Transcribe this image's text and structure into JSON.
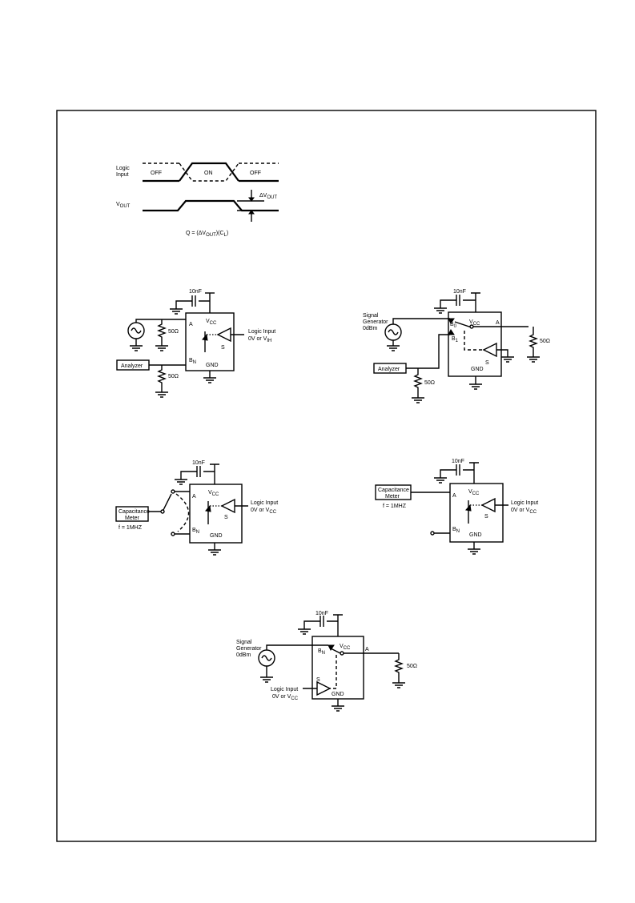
{
  "timing": {
    "logic_input": [
      "Logic",
      "Input"
    ],
    "off": "OFF",
    "on": "ON",
    "vout_main": "V",
    "vout_sub": "OUT",
    "delta_main": "ΔV",
    "delta_sub": "OUT",
    "formula_a": "Q = (ΔV",
    "formula_sub1": "OUT",
    "formula_b": ")(C",
    "formula_sub2": "L",
    "formula_c": ")"
  },
  "common": {
    "cap": "10nF",
    "vcc": "V",
    "vcc_sub": "CC",
    "gnd": "GND",
    "a": "A",
    "s": "S",
    "r50": "50Ω",
    "bn": "B",
    "bn_sub": "N",
    "logic_input": "Logic Input",
    "or_vcc_prefix": "0V or V",
    "or_vcc_sub": "CC",
    "or_vih_sub": "IH"
  },
  "circuit1": {
    "analyzer": "Analyzer"
  },
  "circuit2": {
    "signal_gen": [
      "Signal",
      "Generator",
      "0dBm"
    ],
    "analyzer": "Analyzer",
    "b0": "B",
    "b0_sub": "0",
    "b1": "B",
    "b1_sub": "1"
  },
  "circuit3": {
    "meter": [
      "Capacitance",
      "Meter"
    ],
    "freq": "f = 1MHZ"
  },
  "circuit4": {
    "meter": [
      "Capacitance",
      "Meter"
    ],
    "freq": "f = 1MHZ"
  },
  "circuit5": {
    "signal_gen": [
      "Signal",
      "Generator",
      "0dBm"
    ]
  }
}
